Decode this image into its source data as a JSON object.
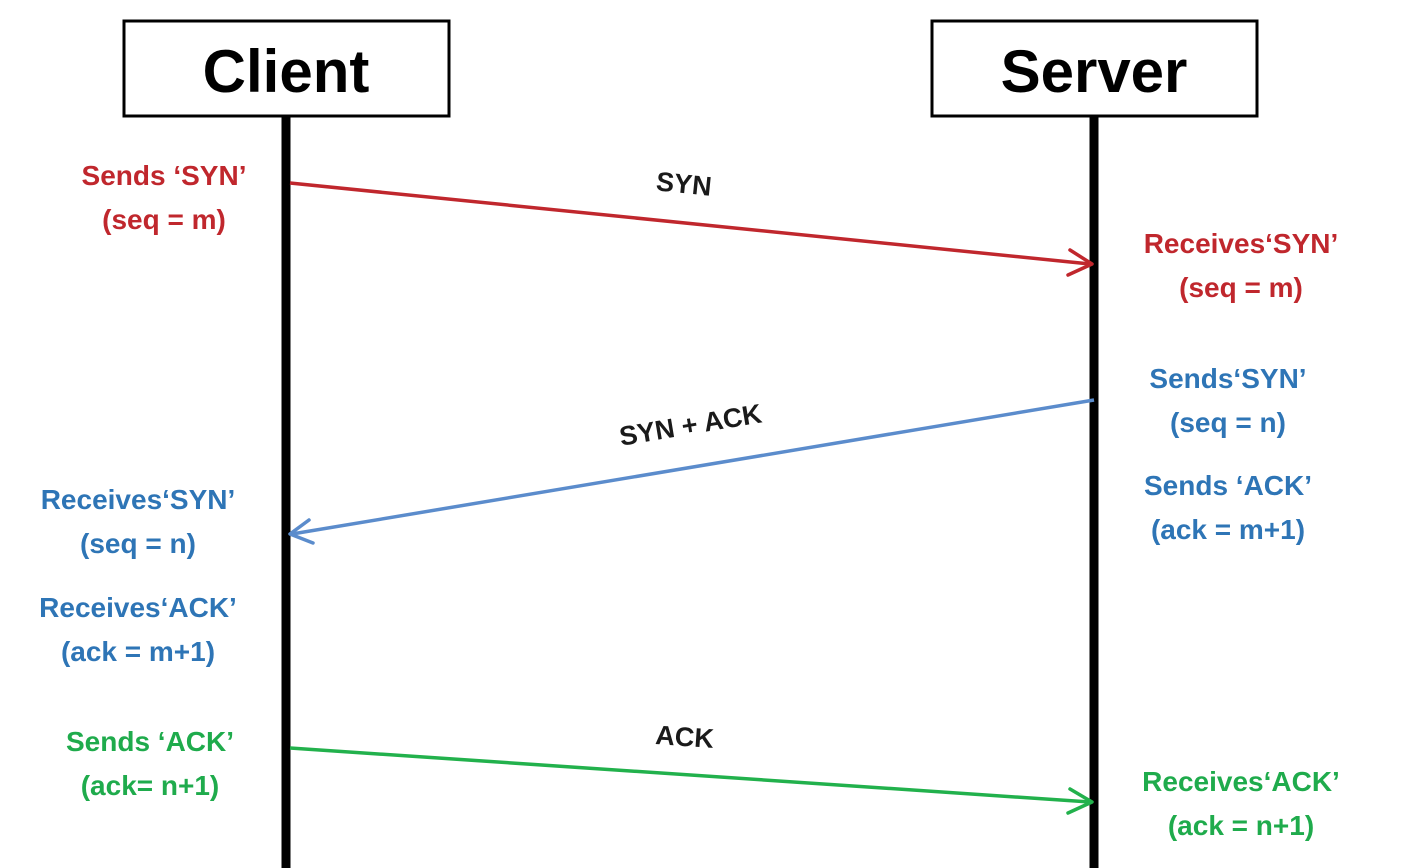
{
  "colors": {
    "syn": "#c0272d",
    "synack": "#2e75b6",
    "ack": "#1fab4c",
    "line_synack": "#5b8ccc",
    "line_ack": "#22b14c"
  },
  "actors": {
    "client": "Client",
    "server": "Server"
  },
  "messages": {
    "syn": "SYN",
    "synack": "SYN + ACK",
    "ack": "ACK"
  },
  "notes": {
    "client_sends_syn": {
      "line1": "Sends ‘SYN’",
      "line2": "(seq = m)"
    },
    "server_receives_syn": {
      "line1": "Receives‘SYN’",
      "line2": "(seq = m)"
    },
    "server_sends_syn": {
      "line1": "Sends‘SYN’",
      "line2": "(seq = n)"
    },
    "server_sends_ack": {
      "line1": "Sends ‘ACK’",
      "line2": "(ack = m+1)"
    },
    "client_receives_syn": {
      "line1": "Receives‘SYN’",
      "line2": "(seq = n)"
    },
    "client_receives_ack": {
      "line1": "Receives‘ACK’",
      "line2": "(ack = m+1)"
    },
    "client_sends_ack": {
      "line1": "Sends ‘ACK’",
      "line2": "(ack= n+1)"
    },
    "server_receives_ack": {
      "line1": "Receives‘ACK’",
      "line2": "(ack = n+1)"
    }
  }
}
